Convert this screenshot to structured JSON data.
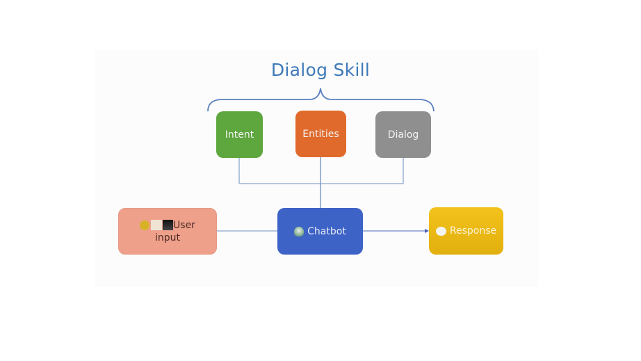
{
  "title": "Dialog Skill",
  "skill_components": [
    {
      "label": "Intent",
      "color": "#5ea63e"
    },
    {
      "label": "Entities",
      "color": "#e06a2c"
    },
    {
      "label": "Dialog",
      "color": "#8f8f8f"
    }
  ],
  "flow": {
    "user_input": {
      "line1": "User",
      "line2": "input",
      "icons": [
        "bear-emoji-icon",
        "blank-square-icon",
        "dark-square-icon"
      ],
      "color": "#eea08b"
    },
    "chatbot": {
      "label": "Chatbot",
      "icon": "robot-icon",
      "color": "#3d63c6"
    },
    "response": {
      "label": "Response",
      "icon": "speech-bubble-icon",
      "color": "#f3c21b"
    }
  },
  "connector_color": "#8aa4cc",
  "brace_color": "#5b7fbf"
}
